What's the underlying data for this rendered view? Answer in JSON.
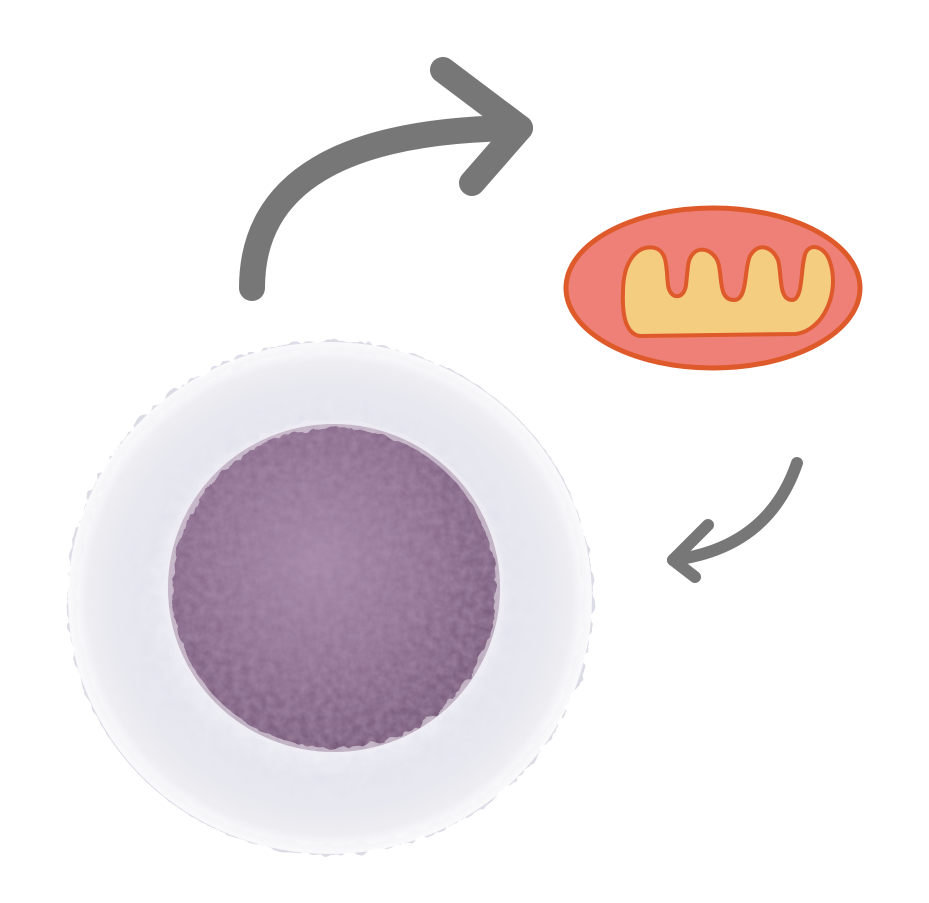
{
  "diagram": {
    "nodes": [
      {
        "id": "cell",
        "label": "",
        "icon": "cell-illustration"
      },
      {
        "id": "mitochondrion",
        "label": "",
        "icon": "mitochondrion-icon"
      }
    ],
    "edges": [
      {
        "from": "cell",
        "to": "mitochondrion",
        "icon": "curved-arrow-right-icon"
      },
      {
        "from": "mitochondrion",
        "to": "cell",
        "icon": "curved-arrow-left-icon"
      }
    ]
  },
  "colors": {
    "background": "#ffffff",
    "arrow": "#777777",
    "mito_outer": "#ee8077",
    "mito_outline": "#de5a2a",
    "mito_inner": "#f5cd80",
    "cell_membrane": "#e8e8f0",
    "cell_nucleus": "#8a6a8c"
  }
}
